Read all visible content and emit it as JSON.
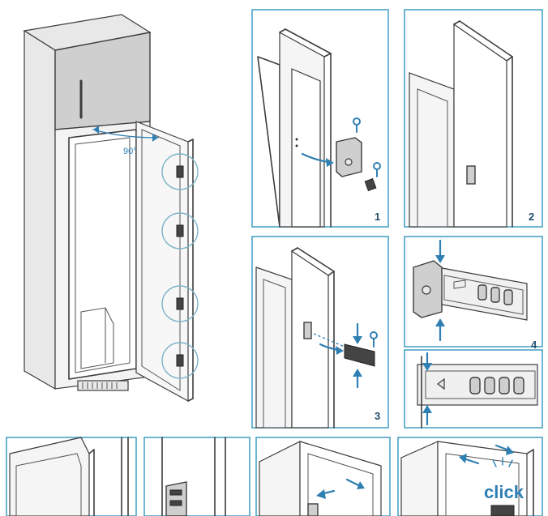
{
  "angle_label": "90°",
  "steps": [
    "1",
    "2",
    "3",
    "4"
  ],
  "click_label": "click",
  "colors": {
    "frame": "#4aa3c8",
    "accent": "#2f7fb3",
    "line": "#3c3c3c"
  },
  "icons": [
    "arrow-icon",
    "screw-icon",
    "bracket-icon",
    "rail-icon"
  ]
}
